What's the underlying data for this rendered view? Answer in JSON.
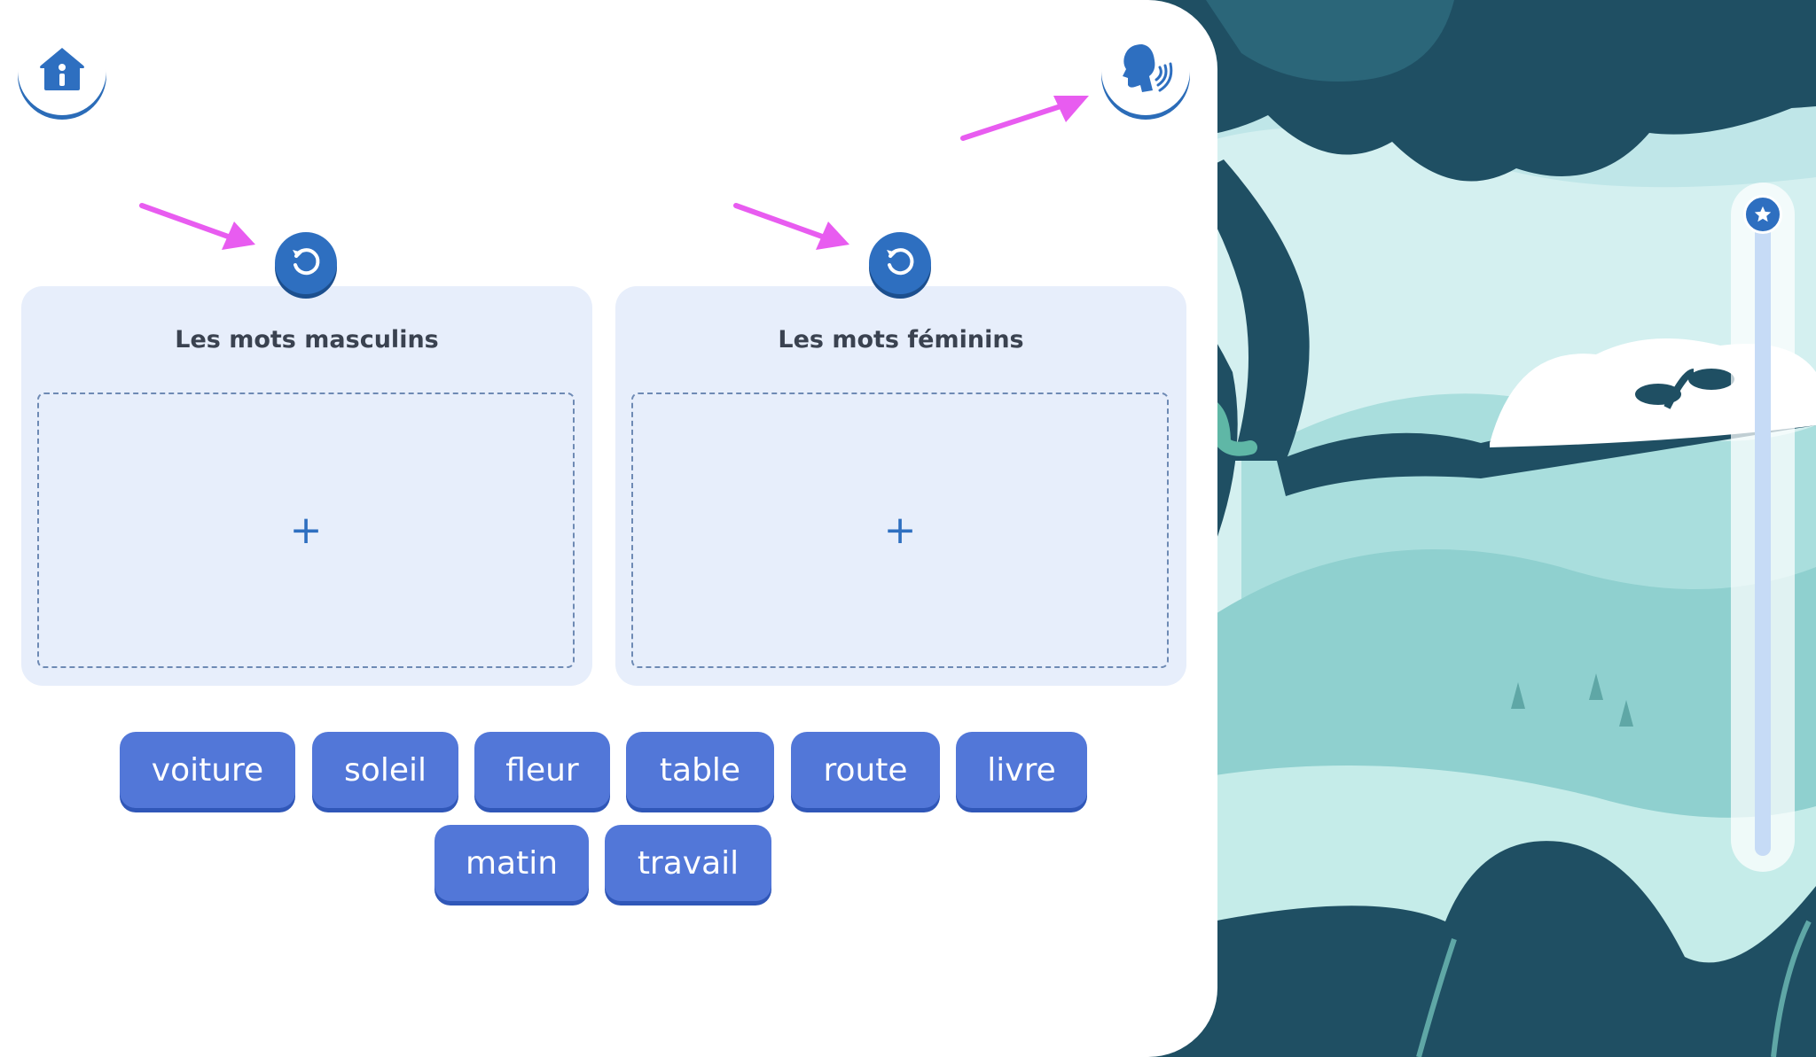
{
  "toolbar": {
    "home_icon": "home-icon",
    "audio_icon": "speaking-head-icon"
  },
  "categories": [
    {
      "title": "Les mots masculins",
      "reset_icon": "reset-icon",
      "drop_symbol": "+"
    },
    {
      "title": "Les mots féminins",
      "reset_icon": "reset-icon",
      "drop_symbol": "+"
    }
  ],
  "words": [
    "voiture",
    "soleil",
    "fleur",
    "table",
    "route",
    "livre",
    "matin",
    "travail"
  ],
  "progress": {
    "icon": "star-icon",
    "value": 0
  },
  "colors": {
    "accent": "#2e6fc0",
    "word_chip": "#5277d8",
    "category_bg": "#e7eefb",
    "annotation_arrow": "#e85cf0",
    "scene_dark": "#1f4f63"
  }
}
